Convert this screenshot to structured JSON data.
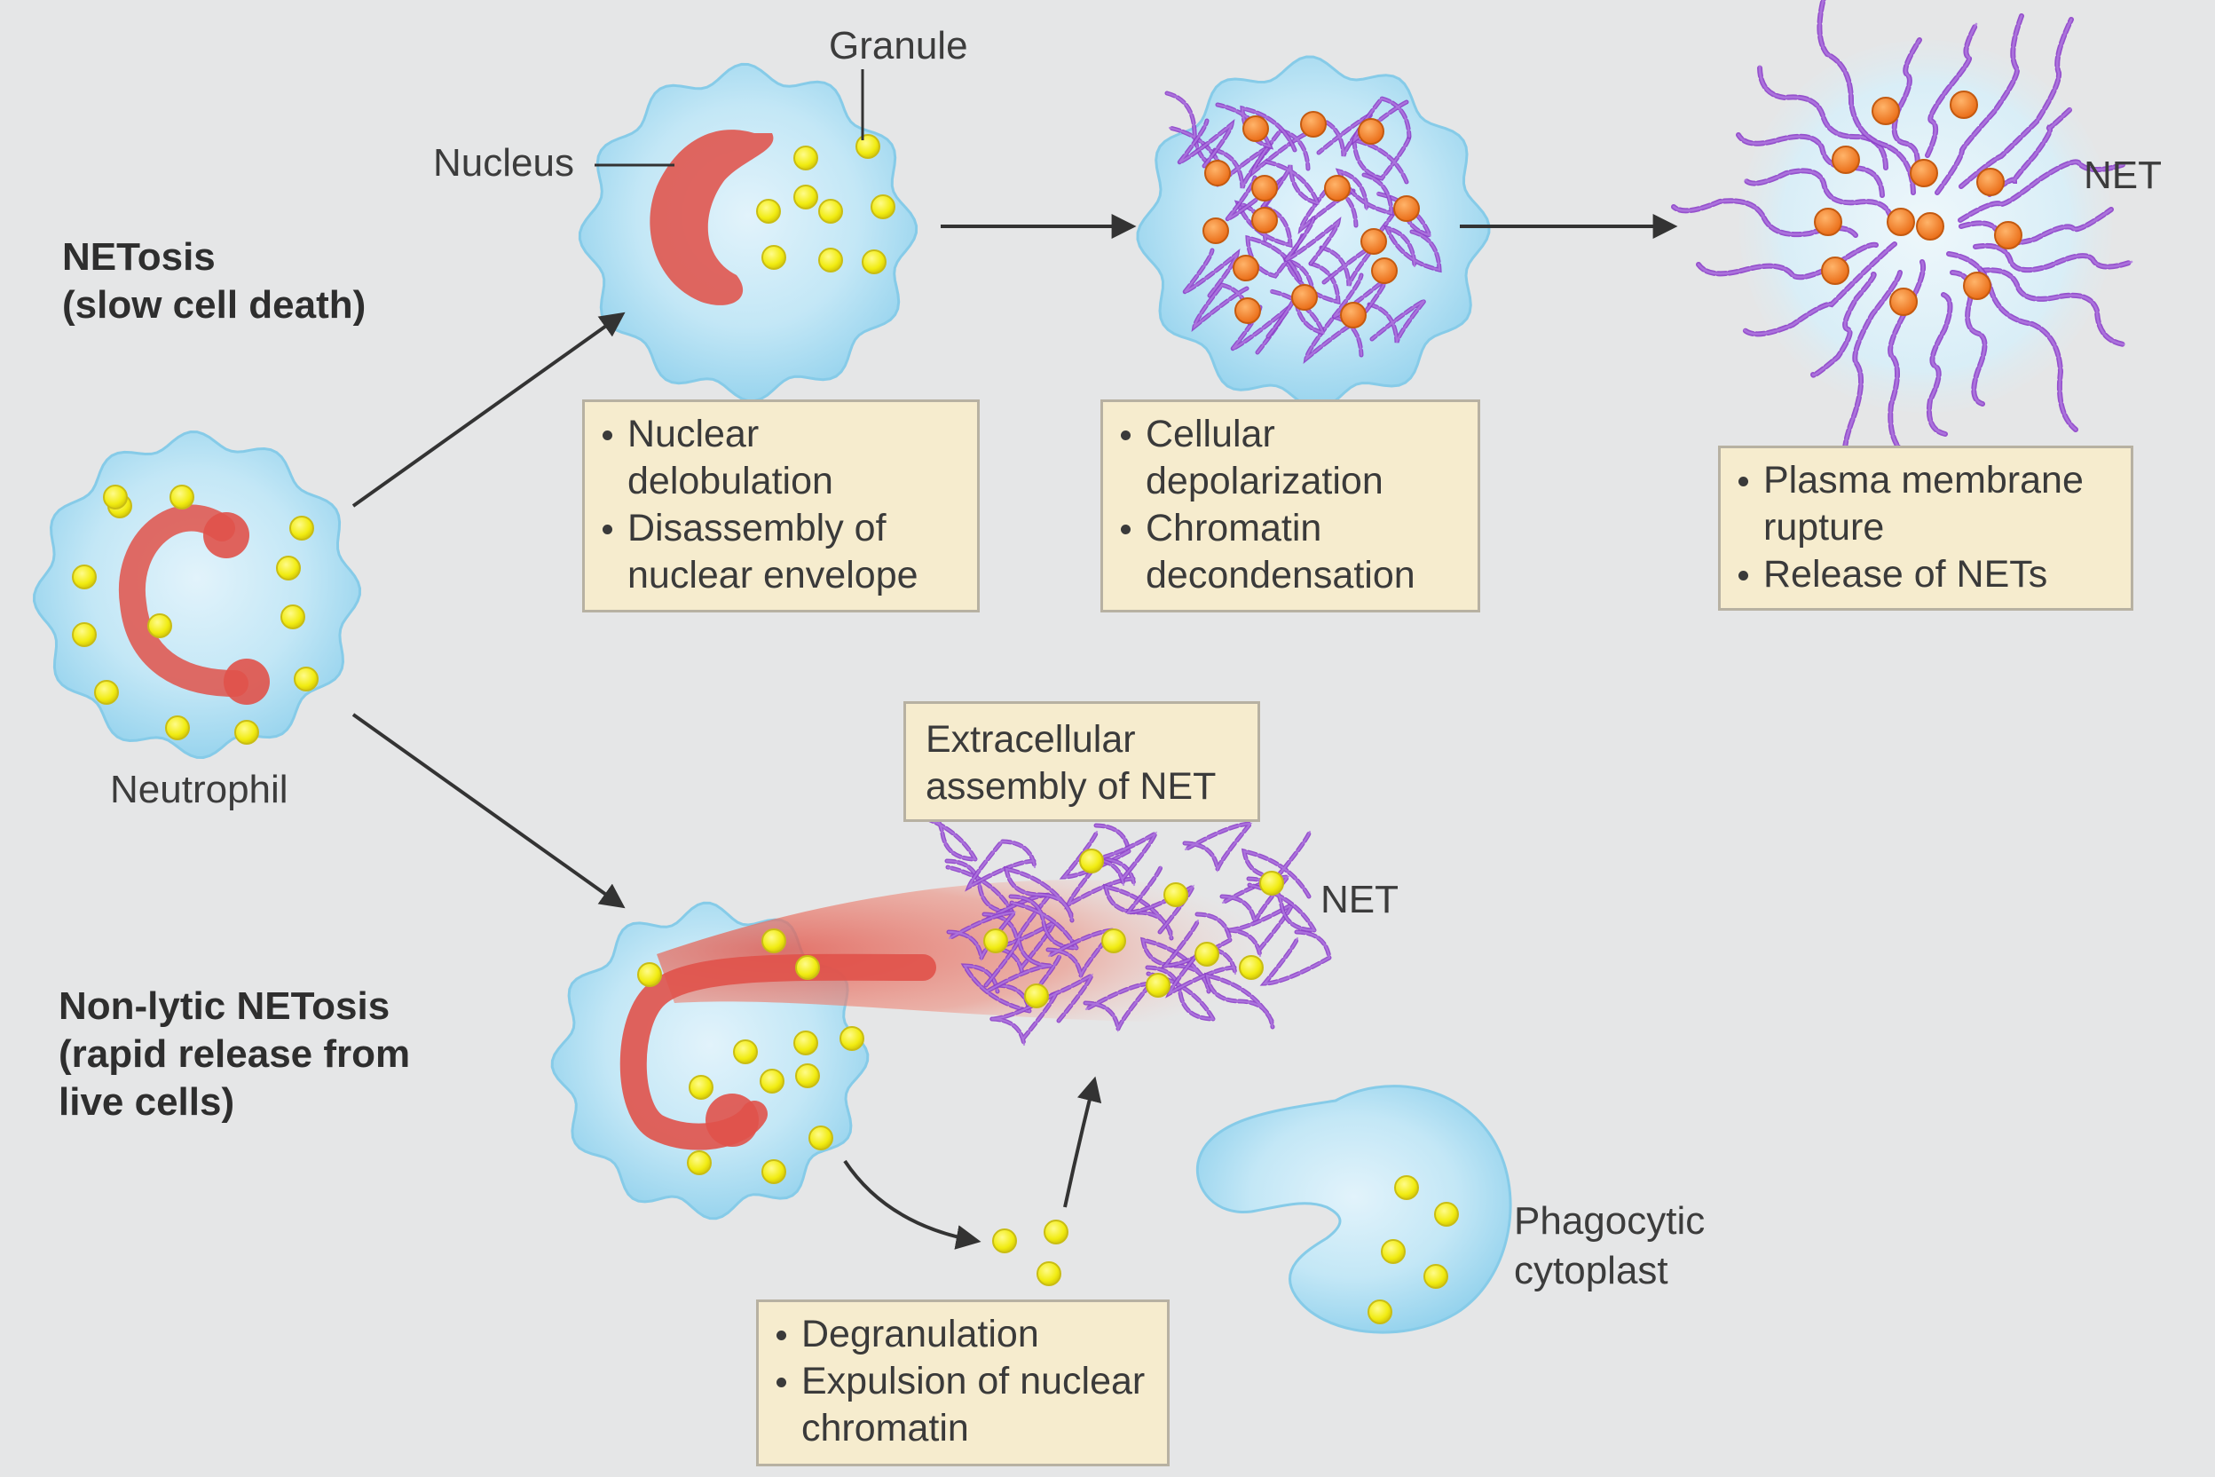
{
  "labels": {
    "granule": "Granule",
    "nucleus": "Nucleus",
    "netosis_title": "NETosis",
    "netosis_sub": "(slow cell death)",
    "neutrophil": "Neutrophil",
    "net_top": "NET",
    "net_bottom": "NET",
    "nonlytic_title": "Non-lytic NETosis",
    "nonlytic_sub1": "(rapid release from",
    "nonlytic_sub2": "live cells)",
    "phago1": "Phagocytic",
    "phago2": "cytoplast"
  },
  "boxes": {
    "nuclear": [
      "Nuclear delobulation",
      "Disassembly of nuclear envelope"
    ],
    "cellular": [
      "Cellular depolarization",
      "Chromatin decondensation"
    ],
    "plasma": [
      "Plasma membrane rupture",
      "Release of NETs"
    ],
    "extracellular": "Extracellular assembly of NET",
    "degranulation": [
      "Degranulation",
      "Expulsion of nuclear chromatin"
    ]
  },
  "colors": {
    "background": "#e5e6e7",
    "cell": "#a9dbf0",
    "cell_inner": "#d6eef8",
    "nucleus": "#e0524a",
    "granule": "#f3ef1f",
    "chromatin": "#8c3fc9",
    "net_granule": "#f0802a",
    "box_fill": "#f6ecce"
  },
  "icons": [
    "arrow-icon",
    "granule-icon",
    "chromatin-icon"
  ]
}
